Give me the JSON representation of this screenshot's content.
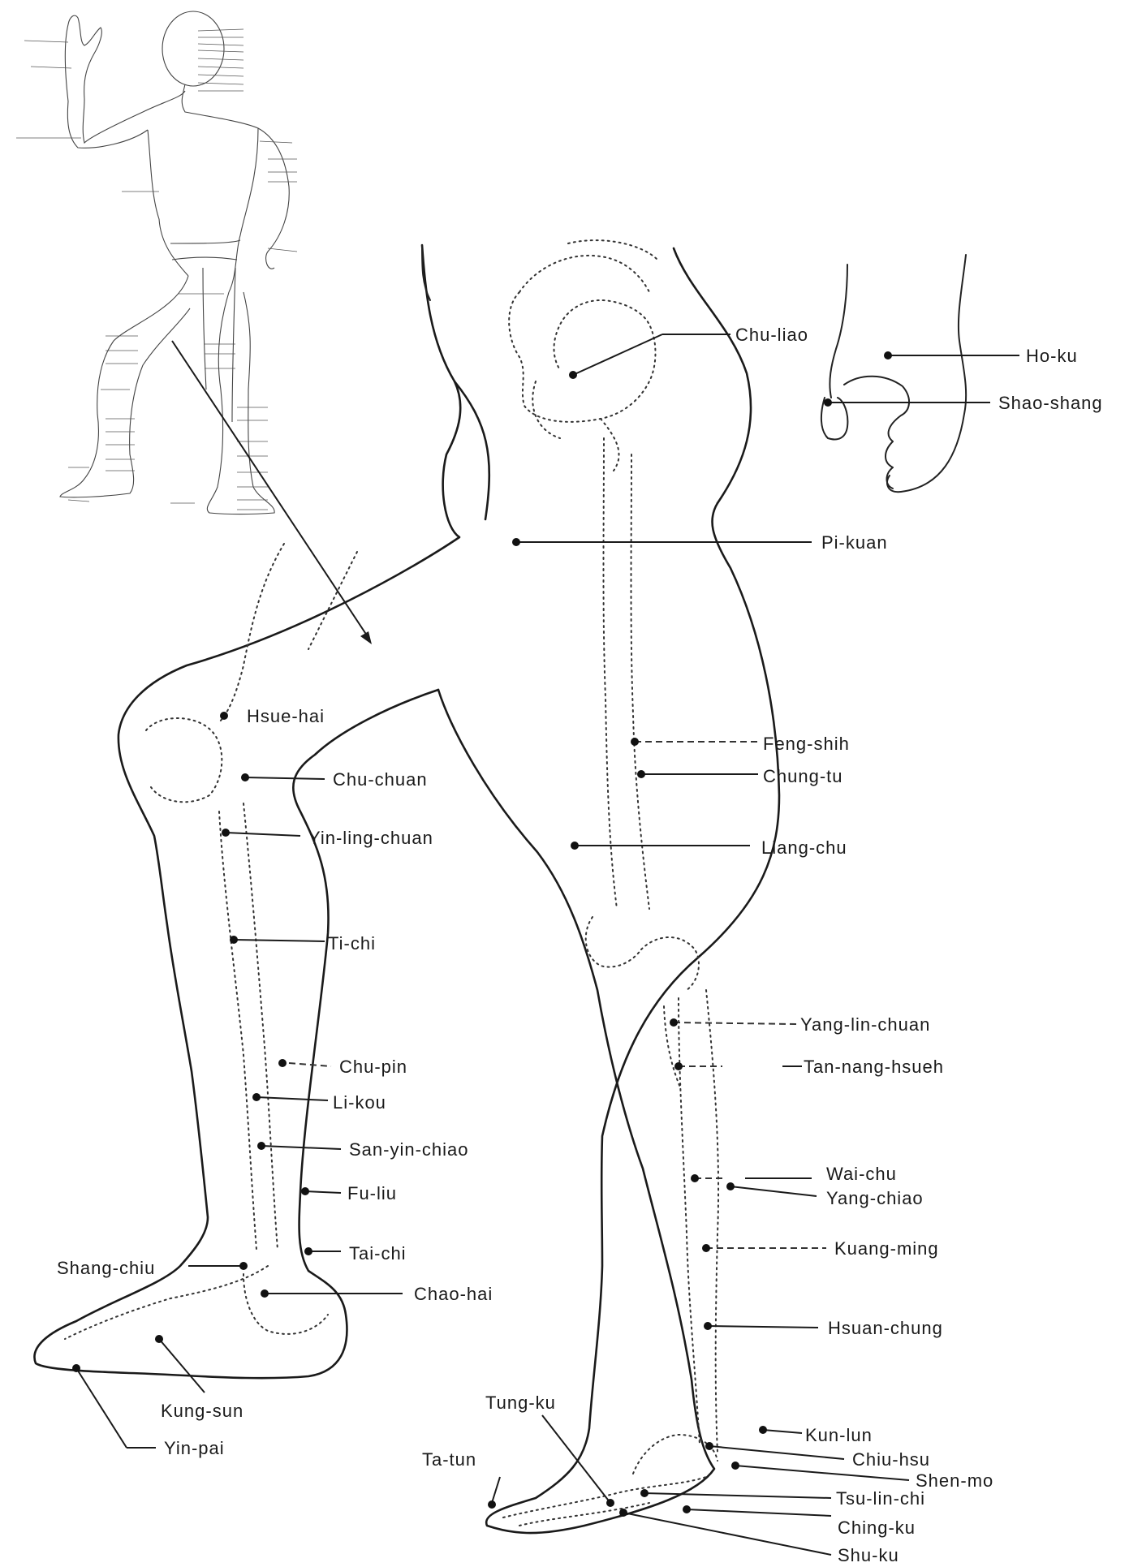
{
  "points": [
    {
      "id": "chu-liao",
      "label": "Chu-liao"
    },
    {
      "id": "ho-ku",
      "label": "Ho-ku"
    },
    {
      "id": "shao-shang",
      "label": "Shao-shang"
    },
    {
      "id": "pi-kuan",
      "label": "Pi-kuan"
    },
    {
      "id": "hsue-hai",
      "label": "Hsue-hai"
    },
    {
      "id": "chu-chuan",
      "label": "Chu-chuan"
    },
    {
      "id": "yin-ling-chuan",
      "label": "Yin-ling-chuan"
    },
    {
      "id": "ti-chi",
      "label": "Ti-chi"
    },
    {
      "id": "chu-pin",
      "label": "Chu-pin"
    },
    {
      "id": "li-kou",
      "label": "Li-kou"
    },
    {
      "id": "san-yin-chiao",
      "label": "San-yin-chiao"
    },
    {
      "id": "fu-liu",
      "label": "Fu-liu"
    },
    {
      "id": "tai-chi",
      "label": "Tai-chi"
    },
    {
      "id": "shang-chiu",
      "label": "Shang-chiu"
    },
    {
      "id": "chao-hai",
      "label": "Chao-hai"
    },
    {
      "id": "kung-sun",
      "label": "Kung-sun"
    },
    {
      "id": "yin-pai",
      "label": "Yin-pai"
    },
    {
      "id": "feng-shih",
      "label": "Feng-shih"
    },
    {
      "id": "chung-tu",
      "label": "Chung-tu"
    },
    {
      "id": "liang-chu",
      "label": "Liang-chu"
    },
    {
      "id": "yang-lin-chuan",
      "label": "Yang-lin-chuan"
    },
    {
      "id": "tan-nang-hsueh",
      "label": "Tan-nang-hsueh"
    },
    {
      "id": "wai-chu",
      "label": "Wai-chu"
    },
    {
      "id": "yang-chiao",
      "label": "Yang-chiao"
    },
    {
      "id": "kuang-ming",
      "label": "Kuang-ming"
    },
    {
      "id": "hsuan-chung",
      "label": "Hsuan-chung"
    },
    {
      "id": "tung-ku",
      "label": "Tung-ku"
    },
    {
      "id": "ta-tun",
      "label": "Ta-tun"
    },
    {
      "id": "kun-lun",
      "label": "Kun-lun"
    },
    {
      "id": "chiu-hsu",
      "label": "Chiu-hsu"
    },
    {
      "id": "shen-mo",
      "label": "Shen-mo"
    },
    {
      "id": "tsu-lin-chi",
      "label": "Tsu-lin-chi"
    },
    {
      "id": "ching-ku",
      "label": "Ching-ku"
    },
    {
      "id": "shu-ku",
      "label": "Shu-ku"
    }
  ],
  "colors": {
    "ink": "#1a1a1a",
    "paper": "#ffffff"
  }
}
